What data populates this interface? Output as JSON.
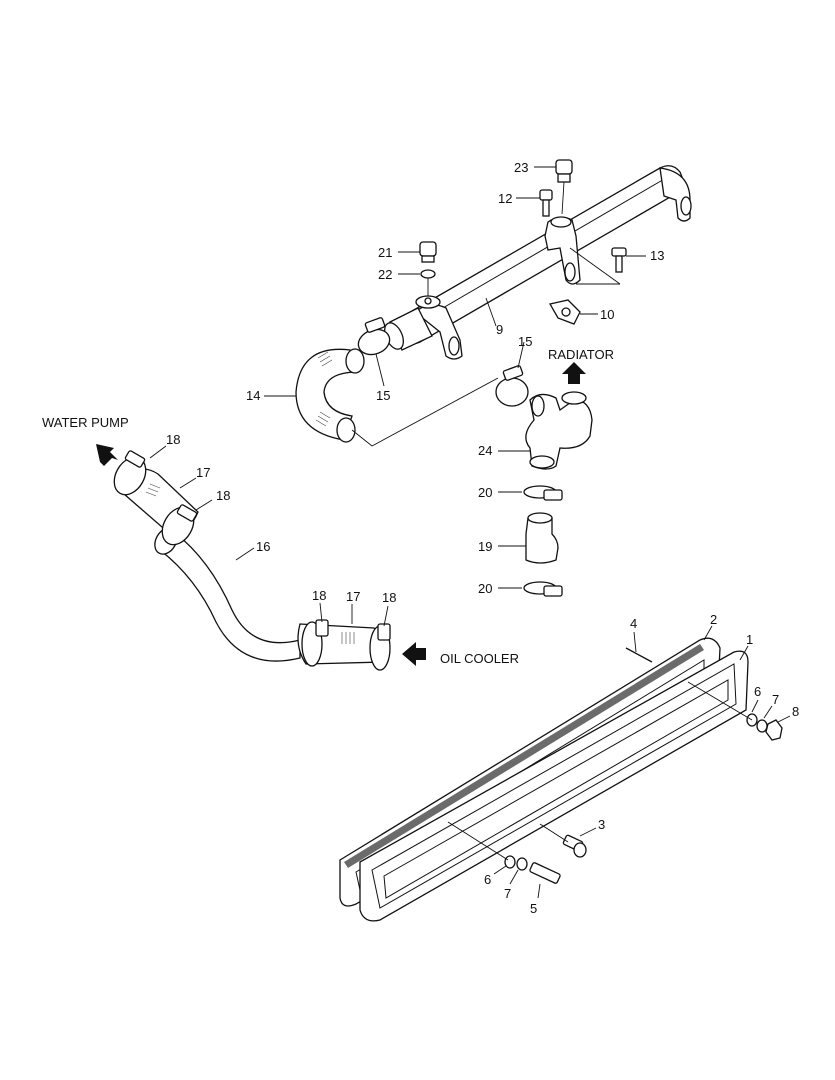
{
  "flow_labels": {
    "water_pump": "WATER PUMP",
    "radiator": "RADIATOR",
    "oil_cooler": "OIL COOLER"
  },
  "callouts": {
    "c23": "23",
    "c12": "12",
    "c21": "21",
    "c22": "22",
    "c13": "13",
    "c10": "10",
    "c9": "9",
    "c15a": "15",
    "c15b": "15",
    "c14": "14",
    "c24": "24",
    "c20a": "20",
    "c19": "19",
    "c20b": "20",
    "c18a": "18",
    "c17a": "17",
    "c18b": "18",
    "c16": "16",
    "c18c": "18",
    "c17b": "17",
    "c18d": "18",
    "c4": "4",
    "c2": "2",
    "c1": "1",
    "c6a": "6",
    "c7a": "7",
    "c8": "8",
    "c3": "3",
    "c6b": "6",
    "c7b": "7",
    "c5": "5"
  },
  "colors": {
    "line": "#111111",
    "background": "#ffffff",
    "gasket_fill": "#6b6b6b"
  }
}
